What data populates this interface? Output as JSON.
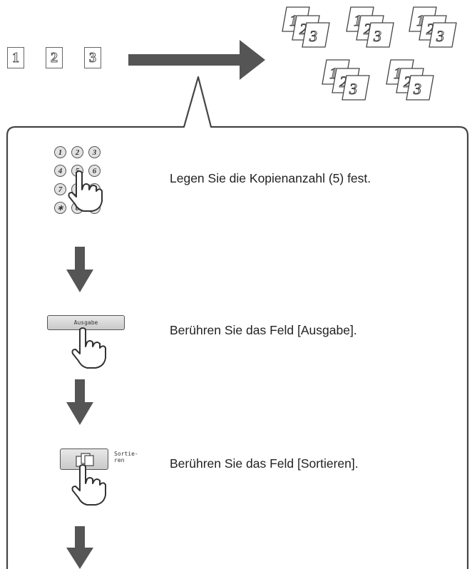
{
  "originals": [
    "1",
    "2",
    "3"
  ],
  "copy_sets": [
    [
      "1",
      "2",
      "3"
    ],
    [
      "1",
      "2",
      "3"
    ],
    [
      "1",
      "2",
      "3"
    ],
    [
      "1",
      "2",
      "3"
    ],
    [
      "1",
      "2",
      "3"
    ]
  ],
  "keypad": {
    "keys": [
      "1",
      "2",
      "3",
      "4",
      "5",
      "6",
      "7",
      "8",
      "9",
      "∗",
      "0",
      "#/P"
    ]
  },
  "steps": [
    {
      "text": "Legen Sie die Kopienanzahl (5) fest."
    },
    {
      "text": "Berühren Sie das Feld [Ausgabe].",
      "button_label": "Ausgabe"
    },
    {
      "text": "Berühren Sie das Feld [Sortieren].",
      "button_label": "Sortie-\nren"
    }
  ],
  "icons": {
    "finger": "pointing-finger-icon",
    "down_arrow": "down-arrow-icon",
    "right_arrow": "right-arrow-icon",
    "sort": "sort-icon"
  },
  "colors": {
    "arrow": "#555555",
    "outline": "#444444",
    "key_fill": "#e2e2e2"
  }
}
